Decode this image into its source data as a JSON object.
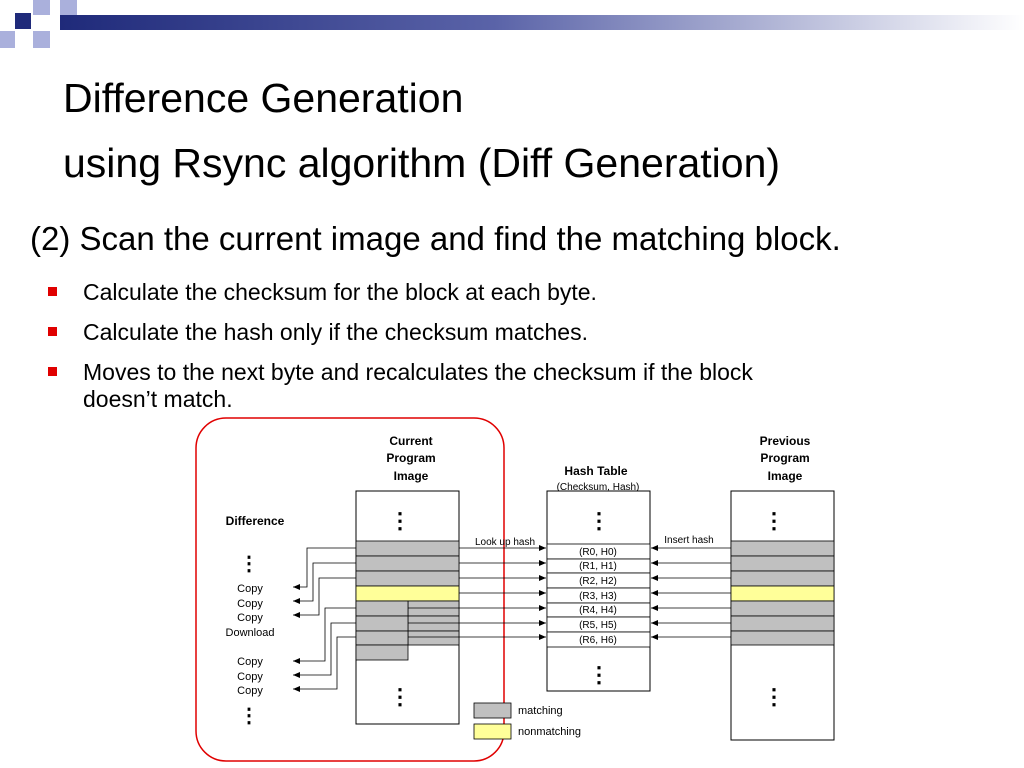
{
  "slide": {
    "title_line1": "Difference Generation",
    "title_line2": "using Rsync algorithm (Diff Generation)",
    "subtitle": "(2) Scan the current image and find the matching block.",
    "bullets": [
      "Calculate the checksum for the block at each byte.",
      "Calculate the hash only if the checksum matches.",
      "Moves to the next byte and recalculates the checksum if the block",
      "doesn’t match."
    ],
    "colors": {
      "accent_navy": "#1f2a7a",
      "bullet_red": "#e00000",
      "matching_gray": "#c0c0c0",
      "nonmatching_yellow": "#ffff99",
      "outline_red": "#e00000"
    }
  },
  "diagram": {
    "current_image_label": [
      "Current",
      "Program",
      "Image"
    ],
    "hash_table_label": "Hash Table",
    "hash_table_sub": "(Checksum, Hash)",
    "previous_image_label": [
      "Previous",
      "Program",
      "Image"
    ],
    "difference_label": "Difference",
    "ellipsis": "⋮",
    "lookup_label": "Look up hash",
    "insert_label": "Insert hash",
    "hash_entries": [
      "(R0, H0)",
      "(R1, H1)",
      "(R2, H2)",
      "(R3, H3)",
      "(R4, H4)",
      "(R5, H5)",
      "(R6, H6)"
    ],
    "diff_group1": [
      "Copy",
      "Copy",
      "Copy",
      "Download"
    ],
    "diff_group2": [
      "Copy",
      "Copy",
      "Copy"
    ],
    "legend_matching": "matching",
    "legend_nonmatching": "nonmatching"
  }
}
